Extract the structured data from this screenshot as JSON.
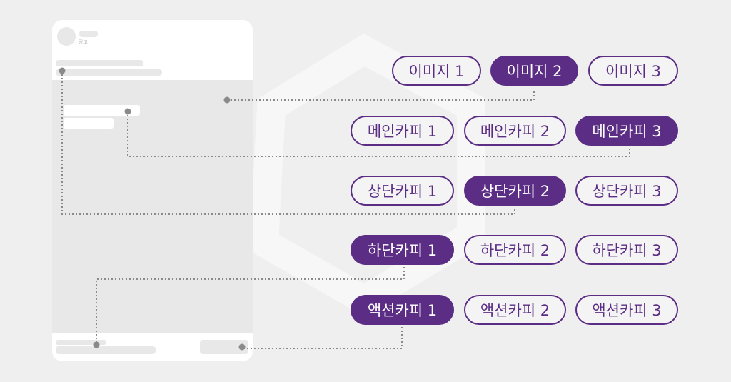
{
  "card": {
    "ad_label": "광고"
  },
  "rows": [
    {
      "name": "image",
      "options": [
        "이미지 1",
        "이미지 2",
        "이미지 3"
      ],
      "selected": 1
    },
    {
      "name": "main-copy",
      "options": [
        "메인카피 1",
        "메인카피 2",
        "메인카피 3"
      ],
      "selected": 2
    },
    {
      "name": "top-copy",
      "options": [
        "상단카피 1",
        "상단카피 2",
        "상단카피 3"
      ],
      "selected": 1
    },
    {
      "name": "bottom-copy",
      "options": [
        "하단카피 1",
        "하단카피 2",
        "하단카피 3"
      ],
      "selected": 0
    },
    {
      "name": "action-copy",
      "options": [
        "액션카피 1",
        "액션카피 2",
        "액션카피 3"
      ],
      "selected": 0
    }
  ],
  "colors": {
    "accent": "#5b2d84",
    "connector": "#8a8a8a"
  }
}
